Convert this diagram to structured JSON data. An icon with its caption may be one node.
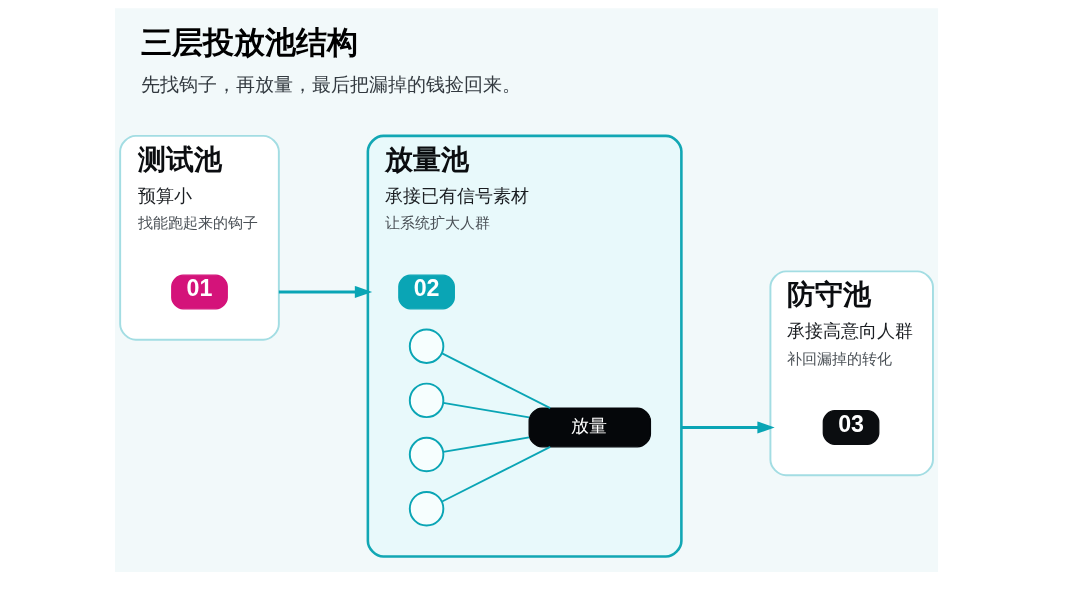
{
  "diagram": {
    "title": "三层投放池结构",
    "caption": "先找钩子，再放量，最后把漏掉的钱捡回来。",
    "nodes": [
      {
        "text": [
          "测试池",
          "预算小",
          "找能跑起来的钩子"
        ]
      },
      {
        "text": [
          "01"
        ],
        "in": 0
      },
      {
        "text": [
          "放量池",
          "承接已有信号素材",
          "让系统扩大人群"
        ]
      },
      {
        "text": [
          "02"
        ],
        "in": 2
      },
      {
        "text": [],
        "shape": "circle",
        "in": 2
      },
      {
        "text": [],
        "shape": "circle",
        "in": 2
      },
      {
        "text": [],
        "shape": "circle",
        "in": 2
      },
      {
        "text": [],
        "shape": "circle",
        "in": 2
      },
      {
        "text": [
          "放量"
        ],
        "in": 2
      },
      {
        "text": [
          "防守池",
          "承接高意向人群",
          "补回漏掉的转化"
        ]
      },
      {
        "text": [
          "03"
        ],
        "in": 9
      }
    ],
    "edges": [
      {
        "from": 0,
        "to": 2,
        "arrow": "to"
      },
      {
        "from": 2,
        "to": 9,
        "arrow": "to"
      },
      {
        "from": 4,
        "to": 8,
        "arrow": "none"
      },
      {
        "from": 5,
        "to": 8,
        "arrow": "none"
      },
      {
        "from": 6,
        "to": 8,
        "arrow": "none"
      },
      {
        "from": 7,
        "to": 8,
        "arrow": "none"
      }
    ]
  }
}
